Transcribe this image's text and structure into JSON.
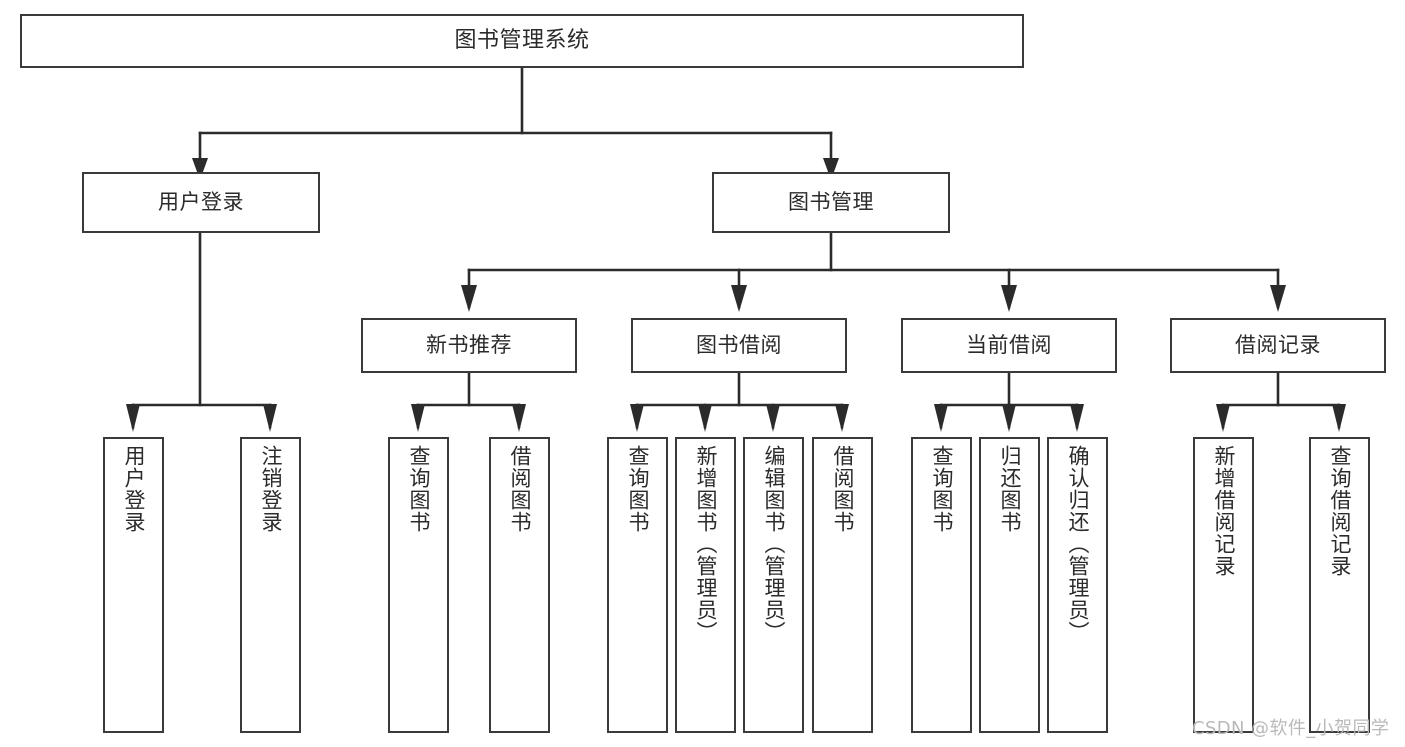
{
  "diagram": {
    "type": "tree-hierarchy-flowchart",
    "title": "图书管理系统",
    "watermark": "CSDN @软件_小贺同学",
    "colors": {
      "box_border": "#3a3a3a",
      "box_fill": "#ffffff",
      "connector": "#2b2b2b",
      "text": "#2b2b2b",
      "watermark": "#b9b9b9",
      "background": "#ffffff"
    },
    "levels": {
      "level1": "系统根节点",
      "level2": "主模块",
      "level3": "图书管理子模块",
      "level4": "功能叶节点"
    },
    "root": {
      "id": "root",
      "label": "图书管理系统",
      "orientation": "horizontal"
    },
    "level2_nodes": [
      {
        "id": "user-login",
        "label": "用户登录",
        "orientation": "horizontal"
      },
      {
        "id": "book-manage",
        "label": "图书管理",
        "orientation": "horizontal"
      }
    ],
    "level3_nodes": [
      {
        "id": "new-book-recommend",
        "label": "新书推荐",
        "orientation": "horizontal",
        "parent": "book-manage"
      },
      {
        "id": "book-borrow",
        "label": "图书借阅",
        "orientation": "horizontal",
        "parent": "book-manage"
      },
      {
        "id": "current-borrow",
        "label": "当前借阅",
        "orientation": "horizontal",
        "parent": "book-manage"
      },
      {
        "id": "borrow-record",
        "label": "借阅记录",
        "orientation": "horizontal",
        "parent": "book-manage"
      }
    ],
    "leaf_groups": [
      {
        "parent": "user-login",
        "parent_label": "用户登录",
        "leaves": [
          {
            "id": "leaf-user-login",
            "label": "用户登录"
          },
          {
            "id": "leaf-user-logout",
            "label": "注销登录"
          }
        ]
      },
      {
        "parent": "new-book-recommend",
        "parent_label": "新书推荐",
        "leaves": [
          {
            "id": "leaf-query-book-1",
            "label": "查询图书"
          },
          {
            "id": "leaf-borrow-book-1",
            "label": "借阅图书"
          }
        ]
      },
      {
        "parent": "book-borrow",
        "parent_label": "图书借阅",
        "leaves": [
          {
            "id": "leaf-query-book-2",
            "label": "查询图书"
          },
          {
            "id": "leaf-add-book",
            "label": "新增图书（管理员）"
          },
          {
            "id": "leaf-edit-book",
            "label": "编辑图书（管理员）"
          },
          {
            "id": "leaf-borrow-book-2",
            "label": "借阅图书"
          }
        ]
      },
      {
        "parent": "current-borrow",
        "parent_label": "当前借阅",
        "leaves": [
          {
            "id": "leaf-query-book-3",
            "label": "查询图书"
          },
          {
            "id": "leaf-return-book",
            "label": "归还图书"
          },
          {
            "id": "leaf-confirm-return",
            "label": "确认归还（管理员）"
          }
        ]
      },
      {
        "parent": "borrow-record",
        "parent_label": "借阅记录",
        "leaves": [
          {
            "id": "leaf-add-record",
            "label": "新增借阅记录"
          },
          {
            "id": "leaf-query-record",
            "label": "查询借阅记录"
          }
        ]
      }
    ]
  }
}
